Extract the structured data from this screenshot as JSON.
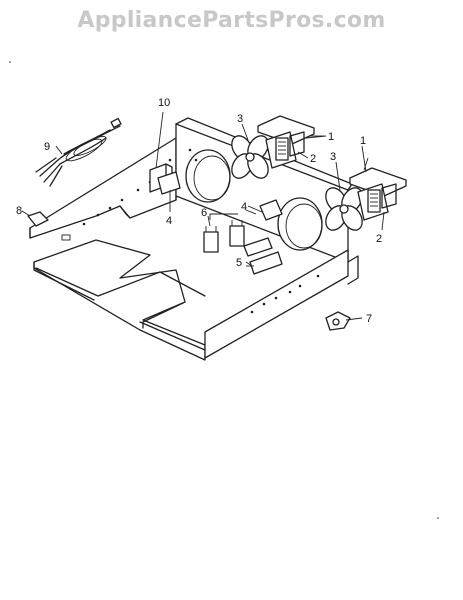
{
  "watermark": "AppliancePartsPros.com",
  "callouts": {
    "c1a": "1",
    "c1b": "1",
    "c2a": "2",
    "c2b": "2",
    "c3a": "3",
    "c3b": "3",
    "c4a": "4",
    "c4b": "4",
    "c5": "5",
    "c6": "6",
    "c7": "7",
    "c8": "8",
    "c9": "9",
    "c10": "10"
  }
}
